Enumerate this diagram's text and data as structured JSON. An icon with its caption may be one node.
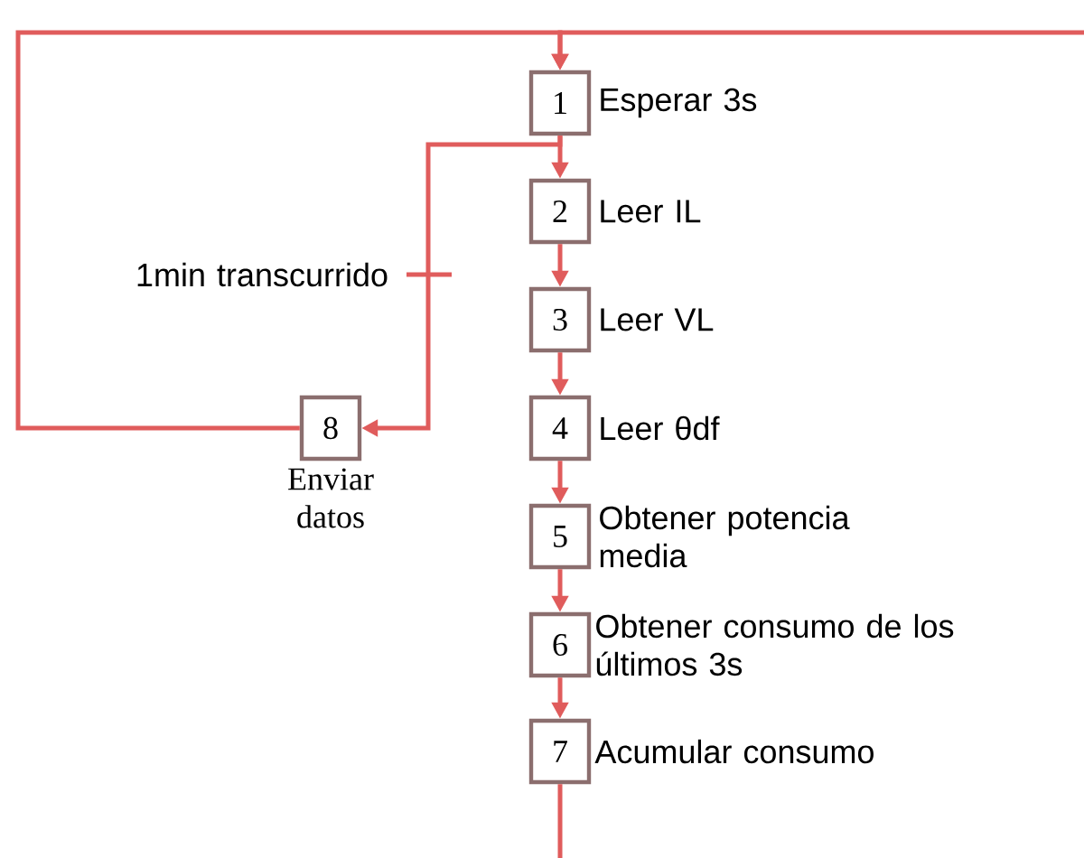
{
  "diagram": {
    "nodes": [
      {
        "text": [
          "1"
        ],
        "beside": [
          "Esperar 3s"
        ]
      },
      {
        "text": [
          "2"
        ],
        "beside": [
          "Leer IL"
        ]
      },
      {
        "text": [
          "3"
        ],
        "beside": [
          "Leer VL"
        ]
      },
      {
        "text": [
          "4"
        ],
        "beside": [
          "Leer θdf"
        ]
      },
      {
        "text": [
          "5"
        ],
        "beside": [
          "Obtener potencia media"
        ]
      },
      {
        "text": [
          "6"
        ],
        "beside": [
          "Obtener consumo de los últimos 3s"
        ]
      },
      {
        "text": [
          "7"
        ],
        "beside": [
          "Acumular consumo"
        ]
      },
      {
        "text": [
          "8"
        ],
        "beside": [
          "Enviar datos"
        ]
      }
    ],
    "edges": [
      {
        "from": 7,
        "to": 0,
        "arrow": "to"
      },
      {
        "from": null,
        "to": 0,
        "arrow": "to"
      },
      {
        "from": 0,
        "to": 1,
        "arrow": "to"
      },
      {
        "from": 1,
        "to": 2,
        "arrow": "to"
      },
      {
        "from": 2,
        "to": 3,
        "arrow": "to"
      },
      {
        "from": 3,
        "to": 4,
        "arrow": "to"
      },
      {
        "from": 4,
        "to": 5,
        "arrow": "to"
      },
      {
        "from": 5,
        "to": 6,
        "arrow": "to"
      },
      {
        "from": 0,
        "to": 7,
        "arrow": "to",
        "label": "1min transcurrido"
      },
      {
        "from": 6,
        "to": null,
        "arrow": "none"
      }
    ]
  }
}
